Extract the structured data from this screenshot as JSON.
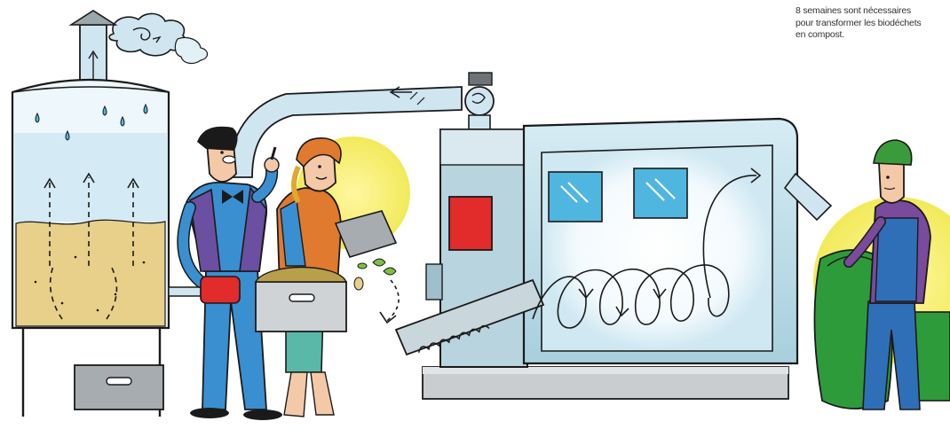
{
  "caption": {
    "lines": [
      "8 semaines sont nécessaires",
      "pour transformer les biodéchets",
      "en compost."
    ]
  },
  "palette": {
    "outline": "#1a1a1a",
    "pipe": "#cfe6f0",
    "pipe_shadow": "#a9cfe0",
    "tank_water": "#bfe2f2",
    "compost": "#e8cf8a",
    "machine_body": "#c7e3ee",
    "machine_frame": "#9fbfcc",
    "window": "#4fb6e0",
    "red_panel": "#e22b2b",
    "sun_yellow": "#f6f07a",
    "bin_green": "#2e9b3a",
    "worker_purple": "#7a4a9c",
    "man_blue": "#3a8fd0",
    "vest_purple": "#6b4fa0",
    "woman_orange": "#e07a2e",
    "skirt_teal": "#5ab8a8",
    "hat_green": "#3a9b3a",
    "overall_blue": "#2f6fb8"
  }
}
